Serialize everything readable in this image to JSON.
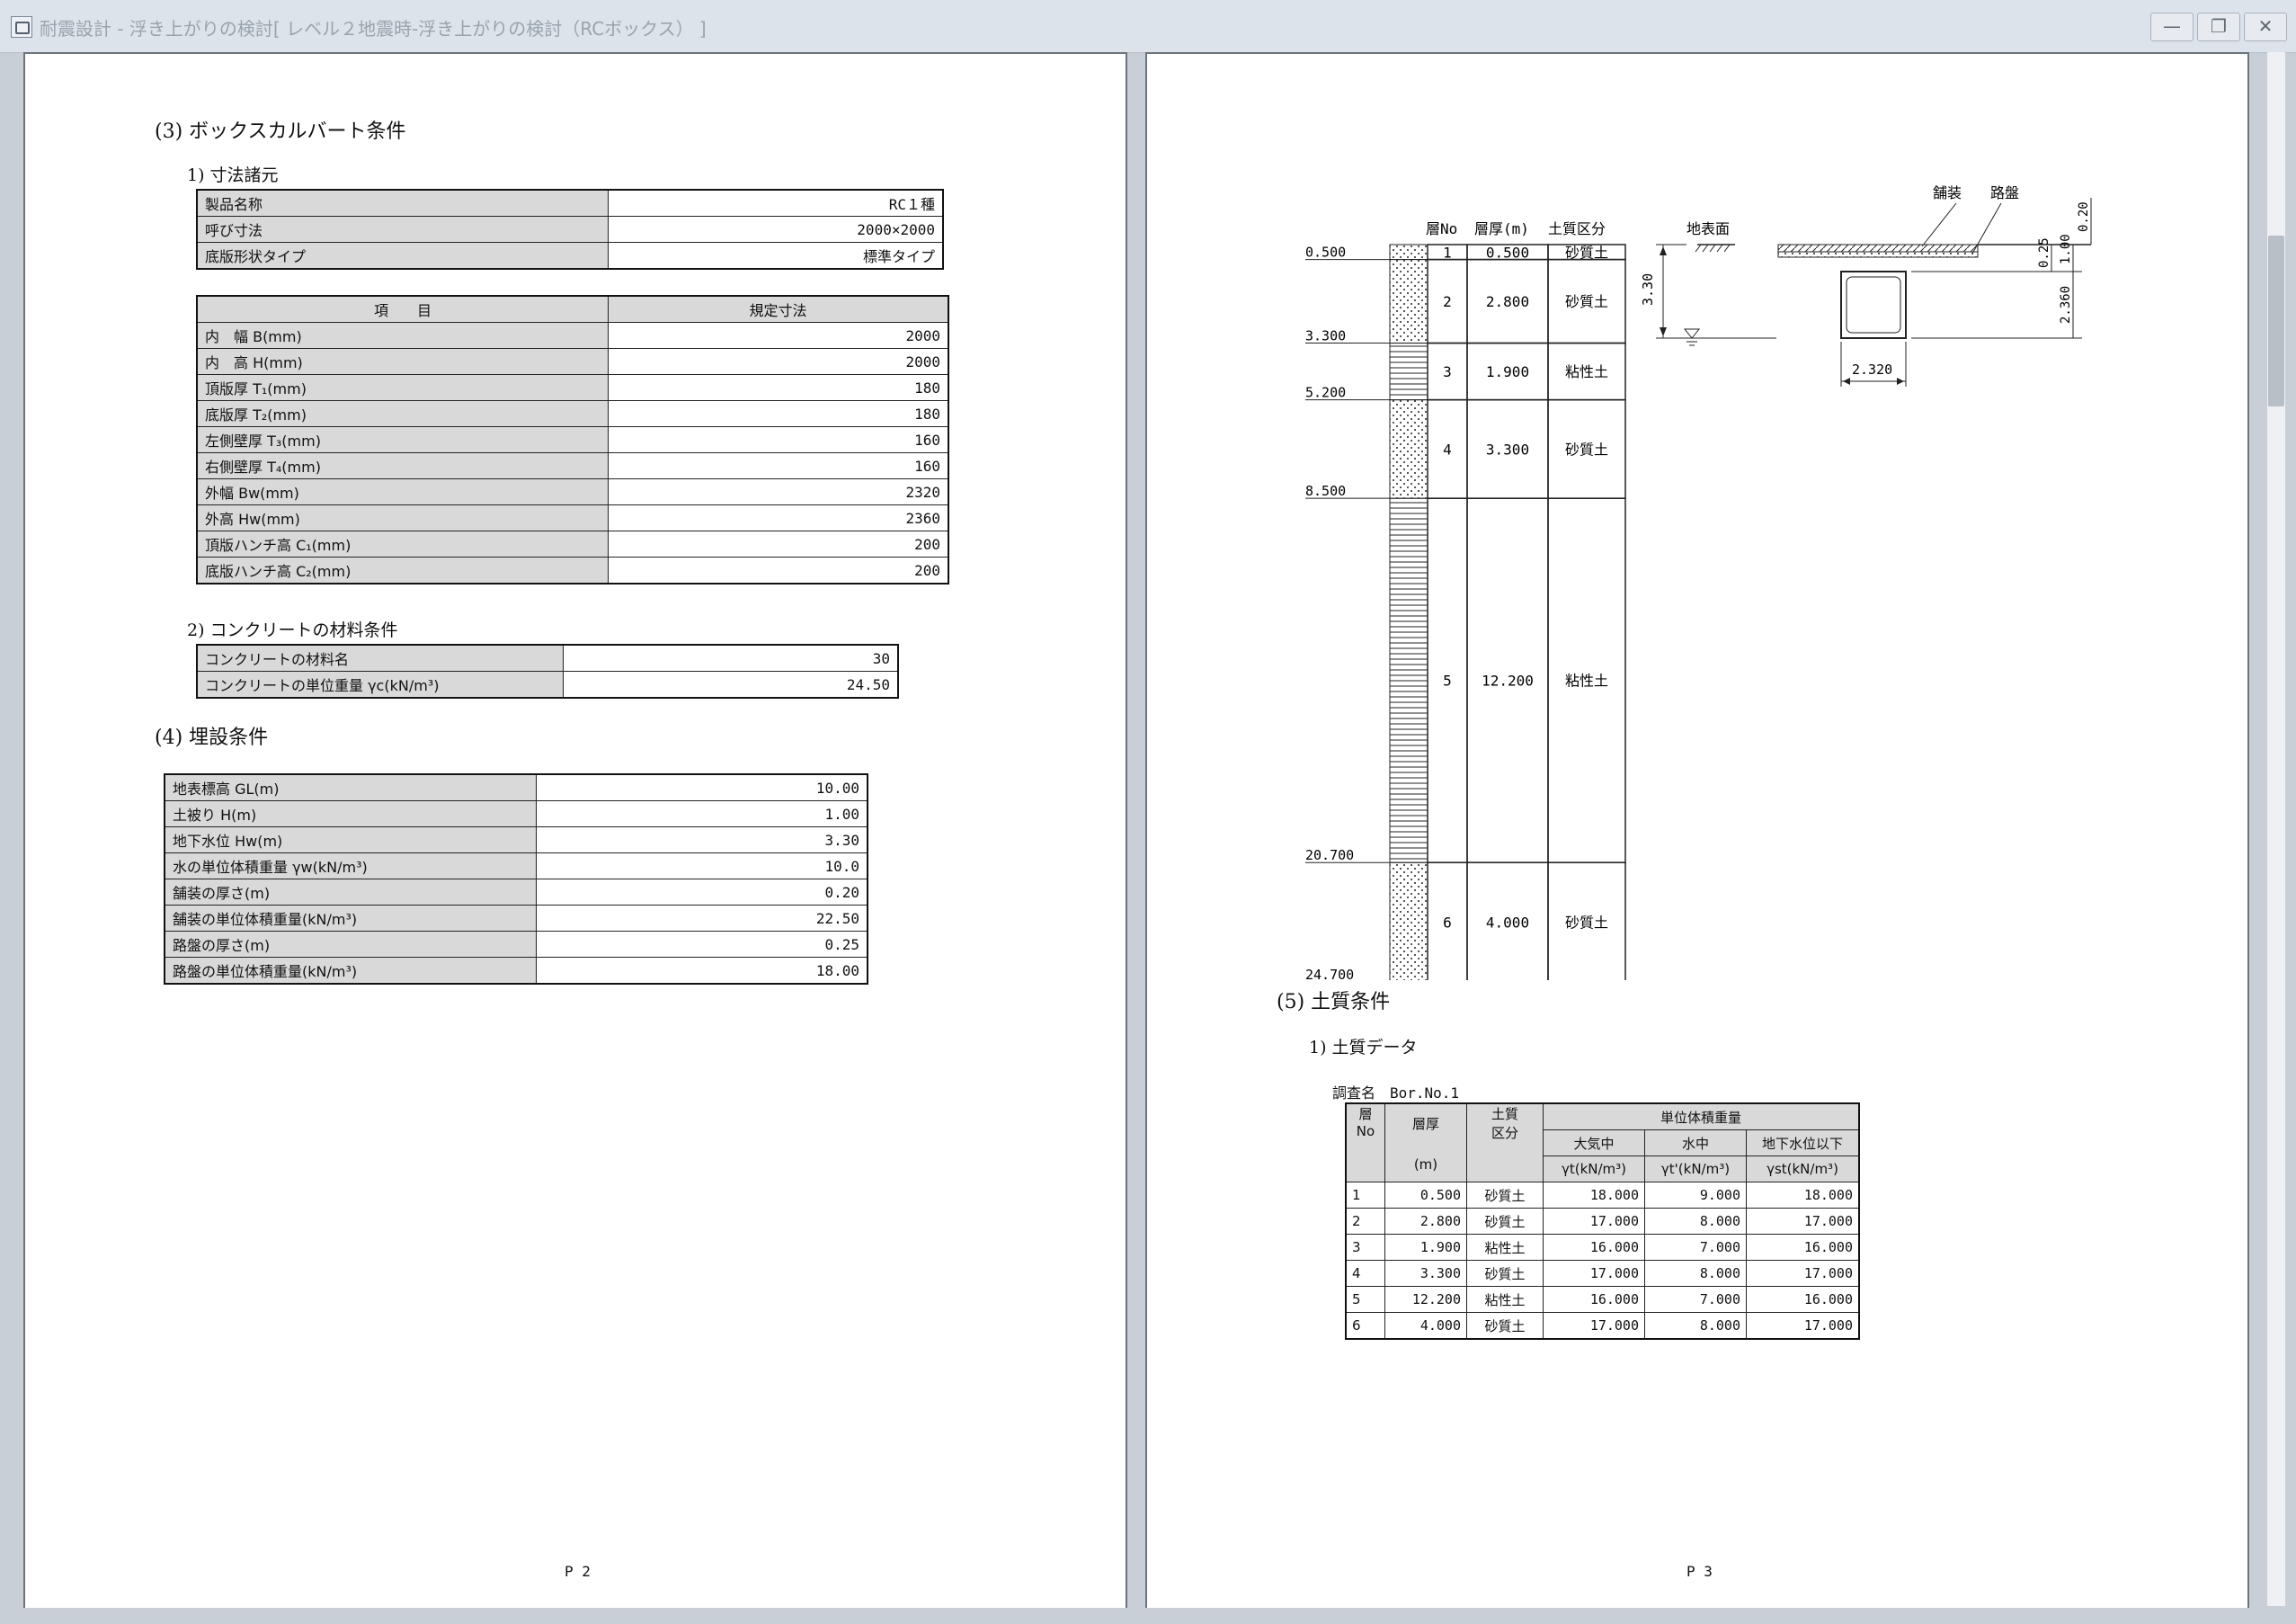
{
  "window": {
    "title": "耐震設計 - 浮き上がりの検討[ レベル２地震時-浮き上がりの検討（RCボックス） ]",
    "buttons": [
      "—",
      "❐",
      "✕"
    ]
  },
  "page2": {
    "section3_title": "(3)  ボックスカルバート条件",
    "sub1_title": "1)  寸法諸元",
    "product_table": [
      {
        "label": "製品名称",
        "value": "RC１種"
      },
      {
        "label": "呼び寸法",
        "value": "2000×2000"
      },
      {
        "label": "底版形状タイプ",
        "value": "標準タイプ"
      }
    ],
    "dim_table_headers": [
      "項　　目",
      "規定寸法"
    ],
    "dim_table": [
      {
        "label": "内　幅 B(mm)",
        "value": "2000"
      },
      {
        "label": "内　高 H(mm)",
        "value": "2000"
      },
      {
        "label": "頂版厚 T₁(mm)",
        "value": "180"
      },
      {
        "label": "底版厚 T₂(mm)",
        "value": "180"
      },
      {
        "label": "左側壁厚 T₃(mm)",
        "value": "160"
      },
      {
        "label": "右側壁厚 T₄(mm)",
        "value": "160"
      },
      {
        "label": "外幅 Bw(mm)",
        "value": "2320"
      },
      {
        "label": "外高 Hw(mm)",
        "value": "2360"
      },
      {
        "label": "頂版ハンチ高 C₁(mm)",
        "value": "200"
      },
      {
        "label": "底版ハンチ高 C₂(mm)",
        "value": "200"
      }
    ],
    "sub2_title": "2)  コンクリートの材料条件",
    "concrete_table": [
      {
        "label": "コンクリートの材料名",
        "value": "30"
      },
      {
        "label": "コンクリートの単位重量 γc(kN/m³)",
        "value": "24.50"
      }
    ],
    "section4_title": "(4)  埋設条件",
    "burial_table": [
      {
        "label": "地表標高 GL(m)",
        "value": "10.00"
      },
      {
        "label": "土被り H(m)",
        "value": "1.00"
      },
      {
        "label": "地下水位 Hw(m)",
        "value": "3.30"
      },
      {
        "label": "水の単位体積重量 γw(kN/m³)",
        "value": "10.0"
      },
      {
        "label": "舗装の厚さ(m)",
        "value": "0.20"
      },
      {
        "label": "舗装の単位体積重量(kN/m³)",
        "value": "22.50"
      },
      {
        "label": "路盤の厚さ(m)",
        "value": "0.25"
      },
      {
        "label": "路盤の単位体積重量(kN/m³)",
        "value": "18.00"
      }
    ],
    "page_number": "P 2"
  },
  "page3": {
    "diagram": {
      "col_headers": [
        "層No",
        "層厚(m)",
        "土質区分"
      ],
      "ground_label": "地表面",
      "pavement_label": "舗装",
      "roadbed_label": "路盤",
      "water_depth": "3.30",
      "dims": [
        "0.20",
        "1.00",
        "0.25",
        "2.360"
      ],
      "box_width": "2.320",
      "depths": [
        "0.500",
        "3.300",
        "5.200",
        "8.500",
        "20.700",
        "24.700"
      ],
      "layers": [
        {
          "no": "1",
          "thick": "0.500",
          "type": "砂質土",
          "pattern": "dots"
        },
        {
          "no": "2",
          "thick": "2.800",
          "type": "砂質土",
          "pattern": "dots"
        },
        {
          "no": "3",
          "thick": "1.900",
          "type": "粘性土",
          "pattern": "lines"
        },
        {
          "no": "4",
          "thick": "3.300",
          "type": "砂質土",
          "pattern": "dots"
        },
        {
          "no": "5",
          "thick": "12.200",
          "type": "粘性土",
          "pattern": "lines"
        },
        {
          "no": "6",
          "thick": "4.000",
          "type": "砂質土",
          "pattern": "dots"
        }
      ]
    },
    "section5_title": "(5)  土質条件",
    "sub1_title": "1)  土質データ",
    "survey_label": "調査名　Bor.No.1",
    "soil_headers": {
      "layer": "層",
      "no": "No",
      "thick": "層厚",
      "thick_unit": "(m)",
      "soil": "土質",
      "soil2": "区分",
      "unit_weight": "単位体積重量",
      "air": "大気中",
      "air_unit": "γt(kN/m³)",
      "water": "水中",
      "water_unit": "γt'(kN/m³)",
      "below": "地下水位以下",
      "below_unit": "γst(kN/m³)"
    },
    "soil_rows": [
      [
        "1",
        "0.500",
        "砂質土",
        "18.000",
        "9.000",
        "18.000"
      ],
      [
        "2",
        "2.800",
        "砂質土",
        "17.000",
        "8.000",
        "17.000"
      ],
      [
        "3",
        "1.900",
        "粘性土",
        "16.000",
        "7.000",
        "16.000"
      ],
      [
        "4",
        "3.300",
        "砂質土",
        "17.000",
        "8.000",
        "17.000"
      ],
      [
        "5",
        "12.200",
        "粘性土",
        "16.000",
        "7.000",
        "16.000"
      ],
      [
        "6",
        "4.000",
        "砂質土",
        "17.000",
        "8.000",
        "17.000"
      ]
    ],
    "page_number": "P 3"
  }
}
